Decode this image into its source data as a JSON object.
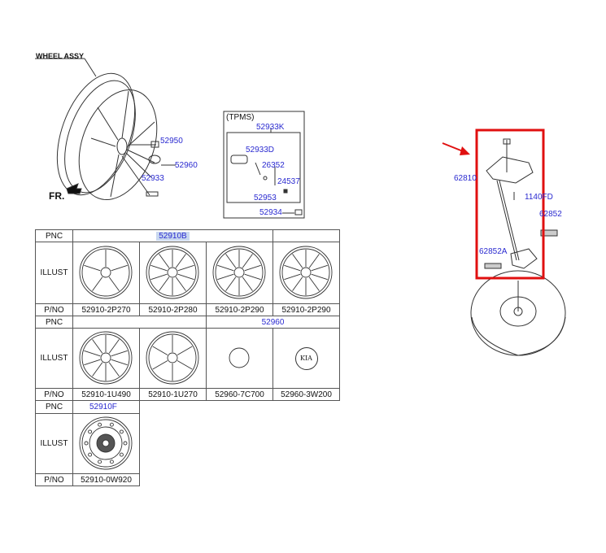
{
  "diagram": {
    "wheel_assy_label": "WHEEL ASSY",
    "front_label": "FR.",
    "callouts": {
      "nut": "52950",
      "cap": "52960",
      "bolt": "52933"
    },
    "tpms": {
      "title": "(TPMS)",
      "assy": "52933K",
      "parts": [
        "52933D",
        "26352",
        "24537",
        "52953",
        "52934"
      ]
    },
    "spare_carrier": {
      "callouts": [
        "62810",
        "1140FD",
        "62852",
        "62852A"
      ],
      "highlight_color": "#e01010"
    }
  },
  "table": {
    "row_labels": {
      "pnc": "PNC",
      "illust": "ILLUST",
      "pno": "P/NO"
    },
    "blocks": [
      {
        "pnc": [
          "52910B",
          ""
        ],
        "pnos": [
          "52910-2P270",
          "52910-2P280",
          "52910-2P290",
          "52910-2P290"
        ]
      },
      {
        "pnc": [
          "",
          "52960"
        ],
        "pnos": [
          "52910-1U490",
          "52910-1U270",
          "52960-7C700",
          "52960-3W200"
        ]
      },
      {
        "pnc": [
          "52910F"
        ],
        "pnos": [
          "52910-0W920"
        ]
      }
    ],
    "cap_logo_text": "KIA"
  }
}
